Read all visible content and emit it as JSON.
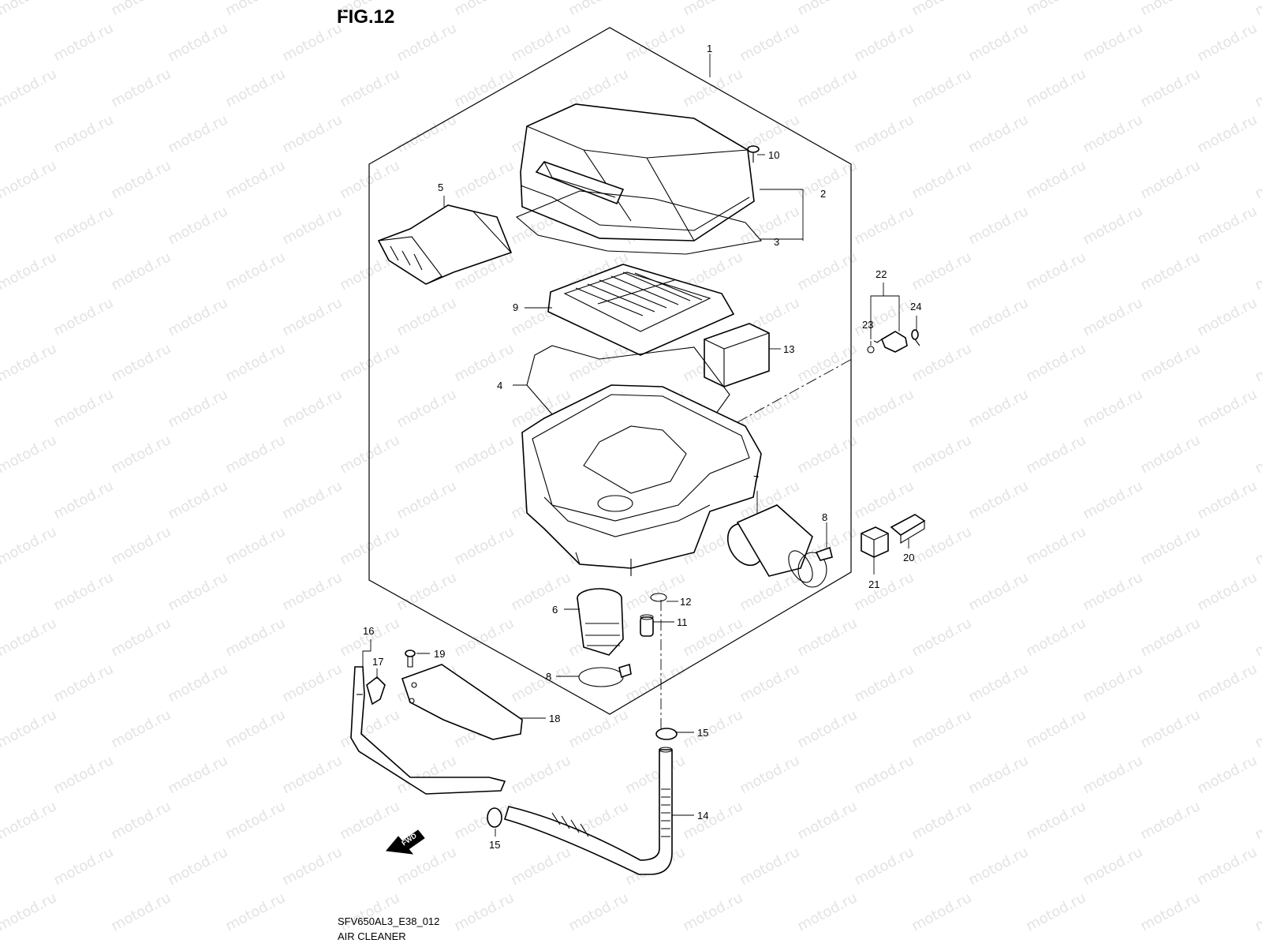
{
  "figure": {
    "title": "FIG.12",
    "model_code": "SFV650AL3_E38_012",
    "section_name": "AIR CLEANER",
    "watermark": "motod.ru",
    "fwd_label": "FWD"
  },
  "callouts": [
    {
      "id": "c1",
      "label": "1"
    },
    {
      "id": "c2",
      "label": "2"
    },
    {
      "id": "c3",
      "label": "3"
    },
    {
      "id": "c4",
      "label": "4"
    },
    {
      "id": "c5",
      "label": "5"
    },
    {
      "id": "c6",
      "label": "6"
    },
    {
      "id": "c7",
      "label": "7"
    },
    {
      "id": "c8a",
      "label": "8"
    },
    {
      "id": "c8b",
      "label": "8"
    },
    {
      "id": "c9",
      "label": "9"
    },
    {
      "id": "c10",
      "label": "10"
    },
    {
      "id": "c11",
      "label": "11"
    },
    {
      "id": "c12",
      "label": "12"
    },
    {
      "id": "c13",
      "label": "13"
    },
    {
      "id": "c14",
      "label": "14"
    },
    {
      "id": "c15a",
      "label": "15"
    },
    {
      "id": "c15b",
      "label": "15"
    },
    {
      "id": "c16",
      "label": "16"
    },
    {
      "id": "c17",
      "label": "17"
    },
    {
      "id": "c18",
      "label": "18"
    },
    {
      "id": "c19",
      "label": "19"
    },
    {
      "id": "c20",
      "label": "20"
    },
    {
      "id": "c21",
      "label": "21"
    },
    {
      "id": "c22",
      "label": "22"
    },
    {
      "id": "c23",
      "label": "23"
    },
    {
      "id": "c24",
      "label": "24"
    }
  ]
}
